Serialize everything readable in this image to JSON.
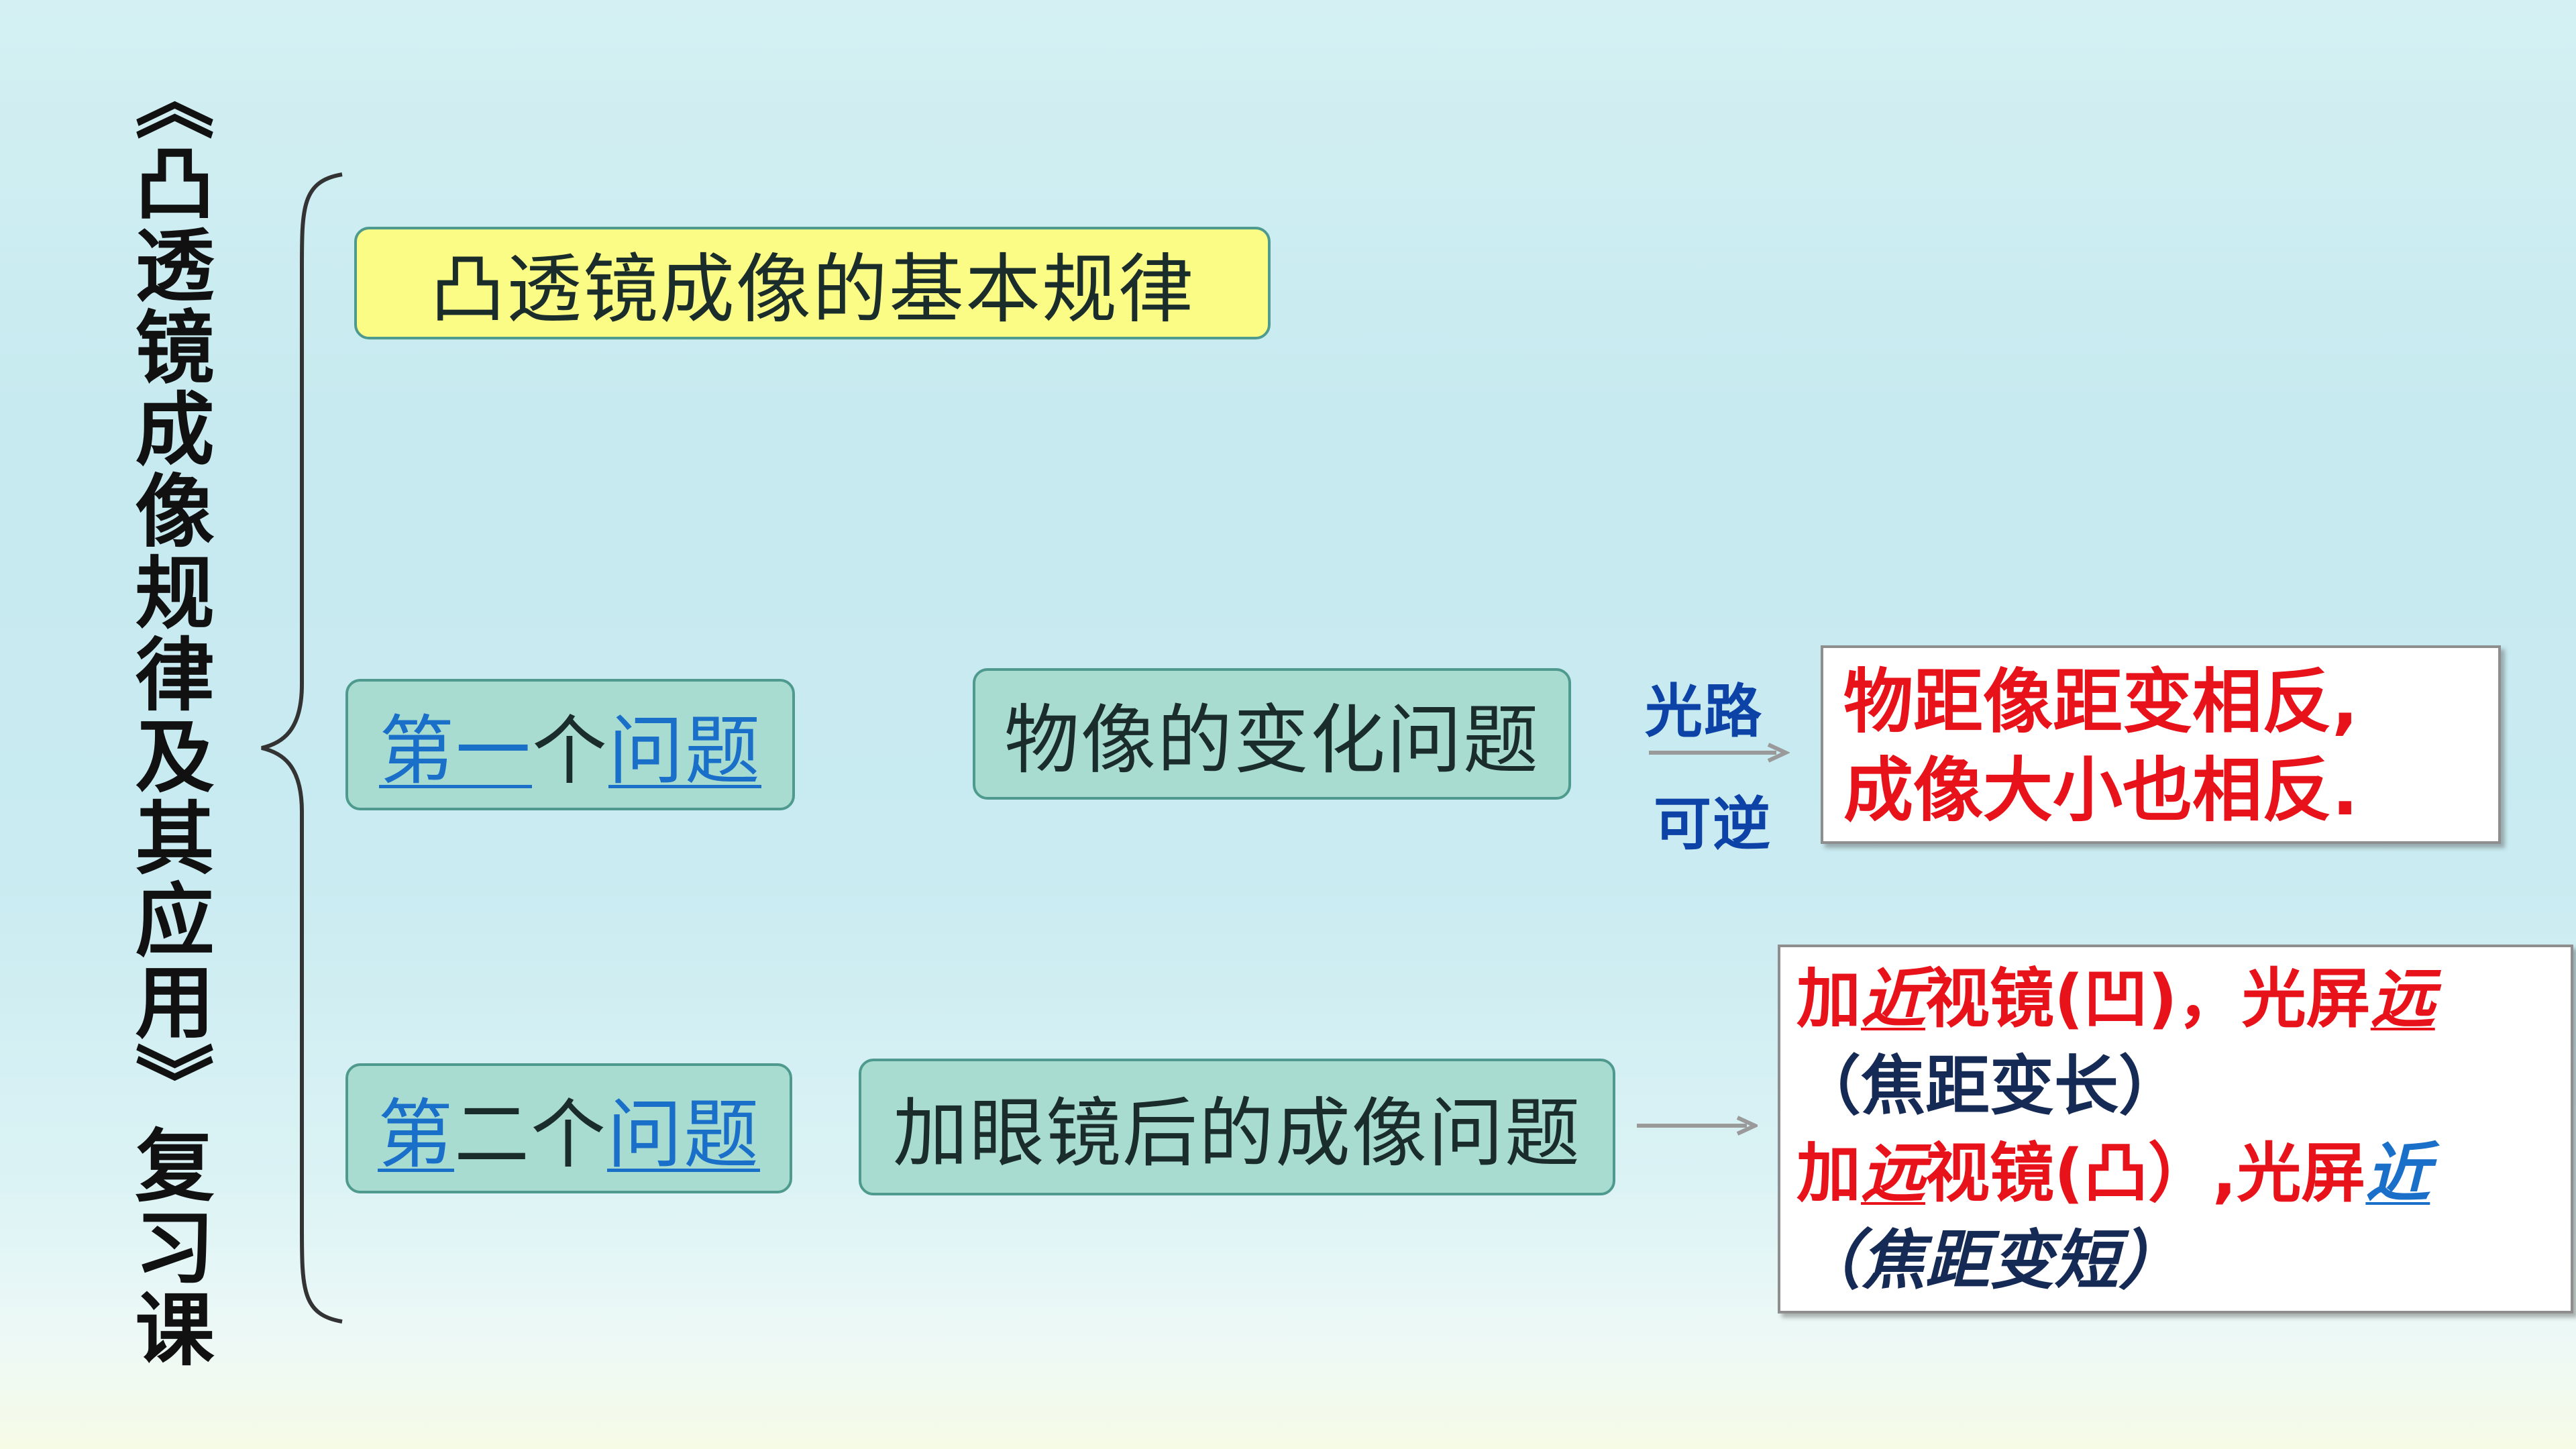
{
  "title_vertical": "《凸透镜成像规律及其应用》复习课",
  "main_topic": "凸透镜成像的基本规律",
  "q1": {
    "label_part1": "第一",
    "label_part2": "个",
    "label_part3": "问题",
    "topic": "物像的变化问题",
    "arrow_top": "光路",
    "arrow_bottom": "可逆",
    "answer_line1": "物距像距变相反,",
    "answer_line2": "成像大小也相反."
  },
  "q2": {
    "label_part1": "第",
    "label_part2": "二个",
    "label_part3": "问题",
    "topic": "加眼镜后的成像问题",
    "answer": {
      "l1_a": "加",
      "l1_b": "近",
      "l1_c": "视镜(凹)，光屏",
      "l1_d": "远",
      "l2": "（焦距变长）",
      "l3_a": "加",
      "l3_b": "远",
      "l3_c": "视镜(凸）,光屏",
      "l3_d": "近",
      "l4": "（焦距变短）"
    }
  },
  "colors": {
    "link": "#1a6fc9",
    "answer_text": "#e8121a",
    "operator_label": "#0d43a6",
    "yellow_box": "#fafc85",
    "green_box": "#a8dcd0"
  }
}
